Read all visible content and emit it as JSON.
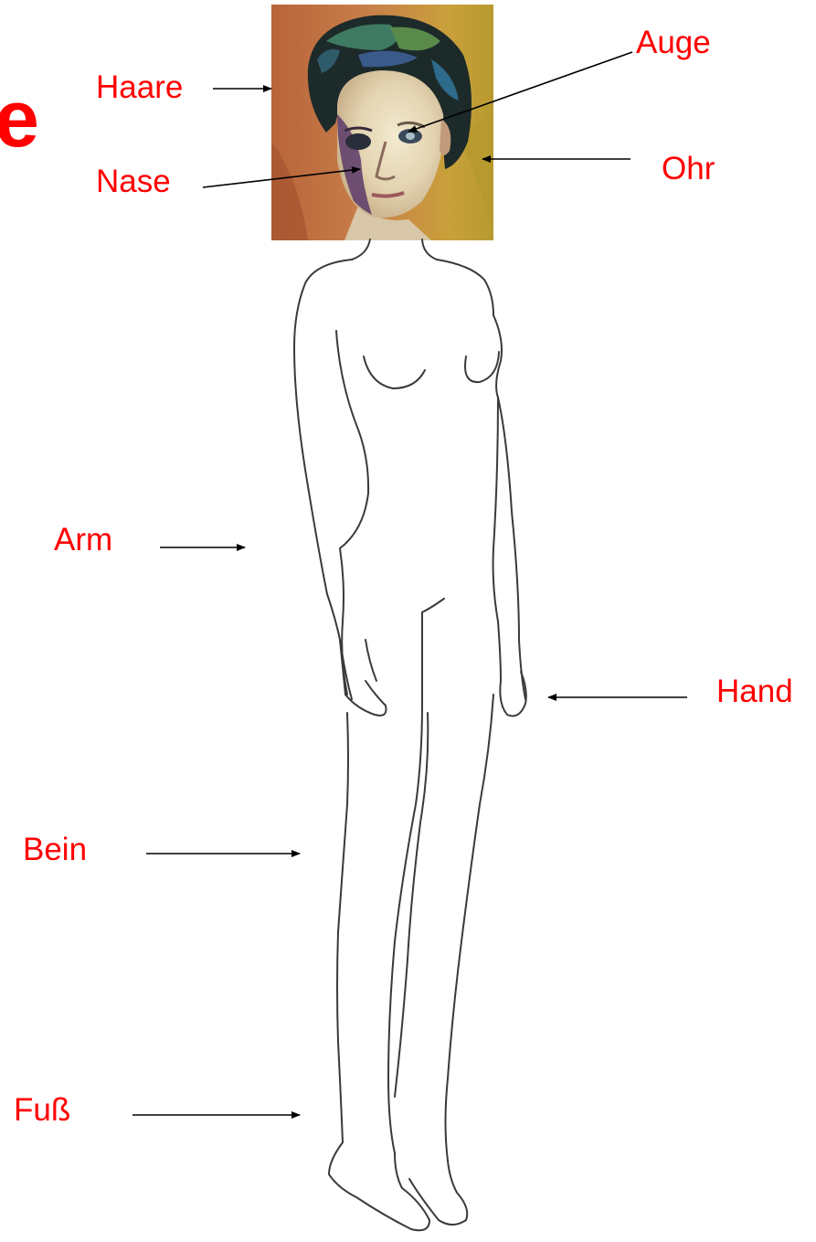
{
  "title_fragment": "e",
  "labels": {
    "haare": "Haare",
    "auge": "Auge",
    "nase": "Nase",
    "ohr": "Ohr",
    "arm": "Arm",
    "hand": "Hand",
    "bein": "Bein",
    "fuss": "Fuß"
  },
  "colors": {
    "label": "#ff0000",
    "arrow": "#000000",
    "figure_outline": "#3a3a3a"
  }
}
